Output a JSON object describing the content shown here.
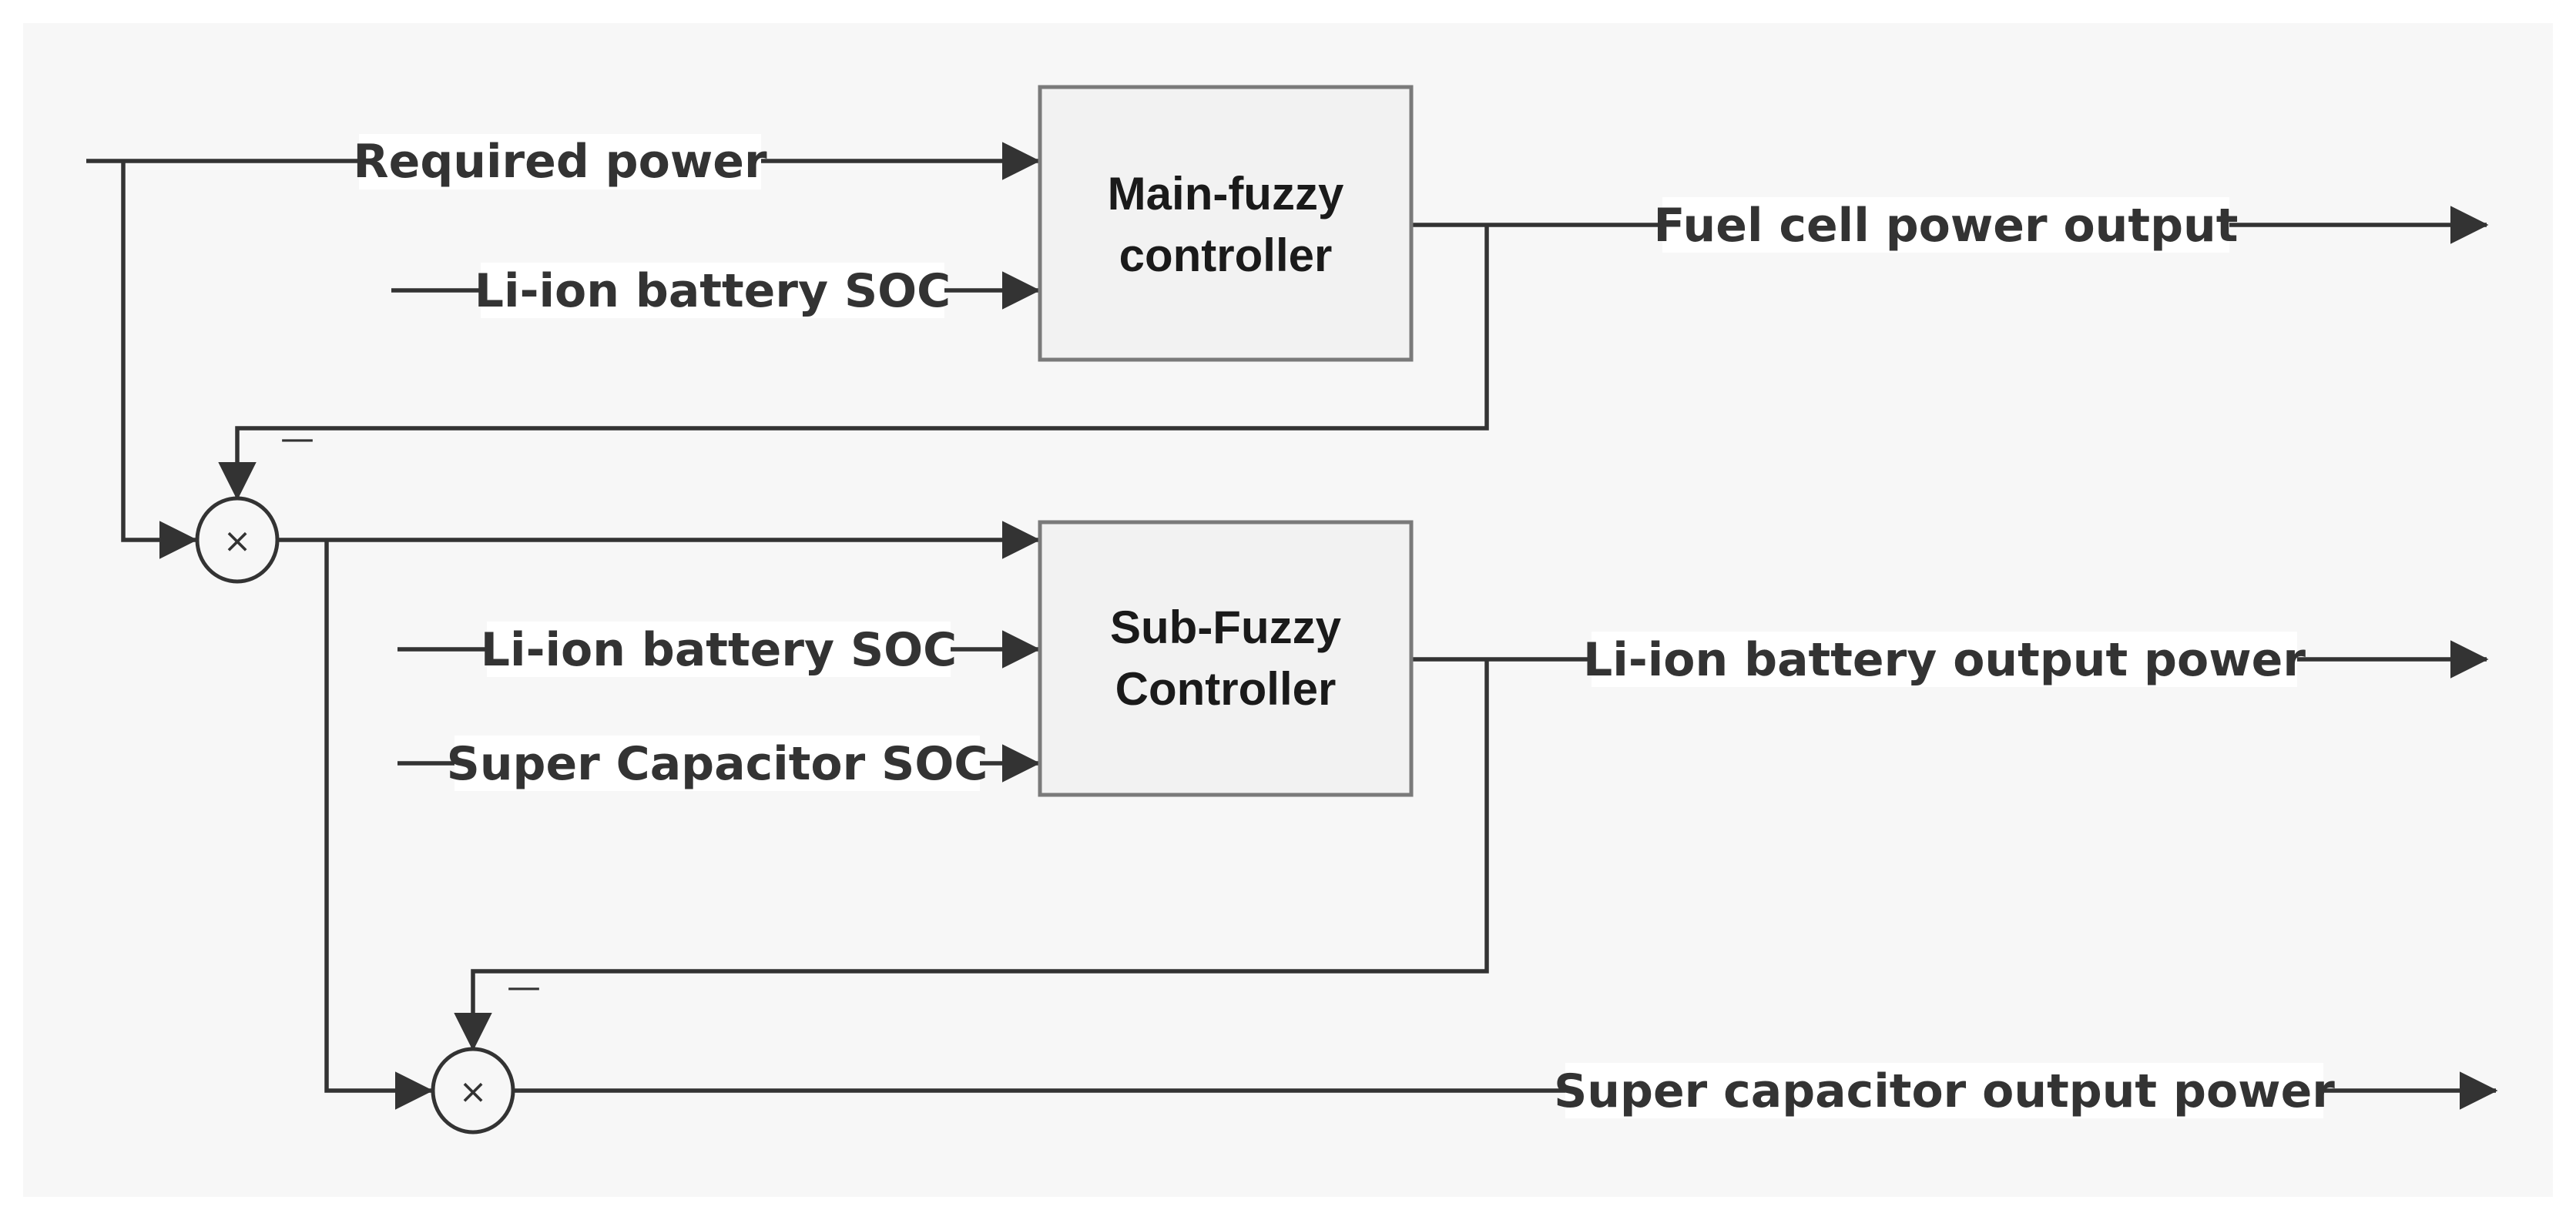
{
  "blocks": {
    "main_controller": {
      "line1": "Main-fuzzy",
      "line2": "controller"
    },
    "sub_controller": {
      "line1": "Sub-Fuzzy",
      "line2": "Controller"
    }
  },
  "inputs": {
    "required_power": "Required power",
    "main_battery_soc": "Li-ion battery SOC",
    "sub_battery_soc": "Li-ion battery SOC",
    "supercap_soc": "Super Capacitor SOC"
  },
  "outputs": {
    "fuel_cell": "Fuel cell power output",
    "battery": "Li-ion battery output power",
    "supercap": "Super capacitor output power"
  },
  "junctions": {
    "operator_symbol": "×",
    "feedback_sign": "—"
  },
  "colors": {
    "background": "#f7f7f7",
    "block_fill": "#f2f2f2",
    "block_border": "#7a7a7a",
    "wire": "#333333"
  }
}
